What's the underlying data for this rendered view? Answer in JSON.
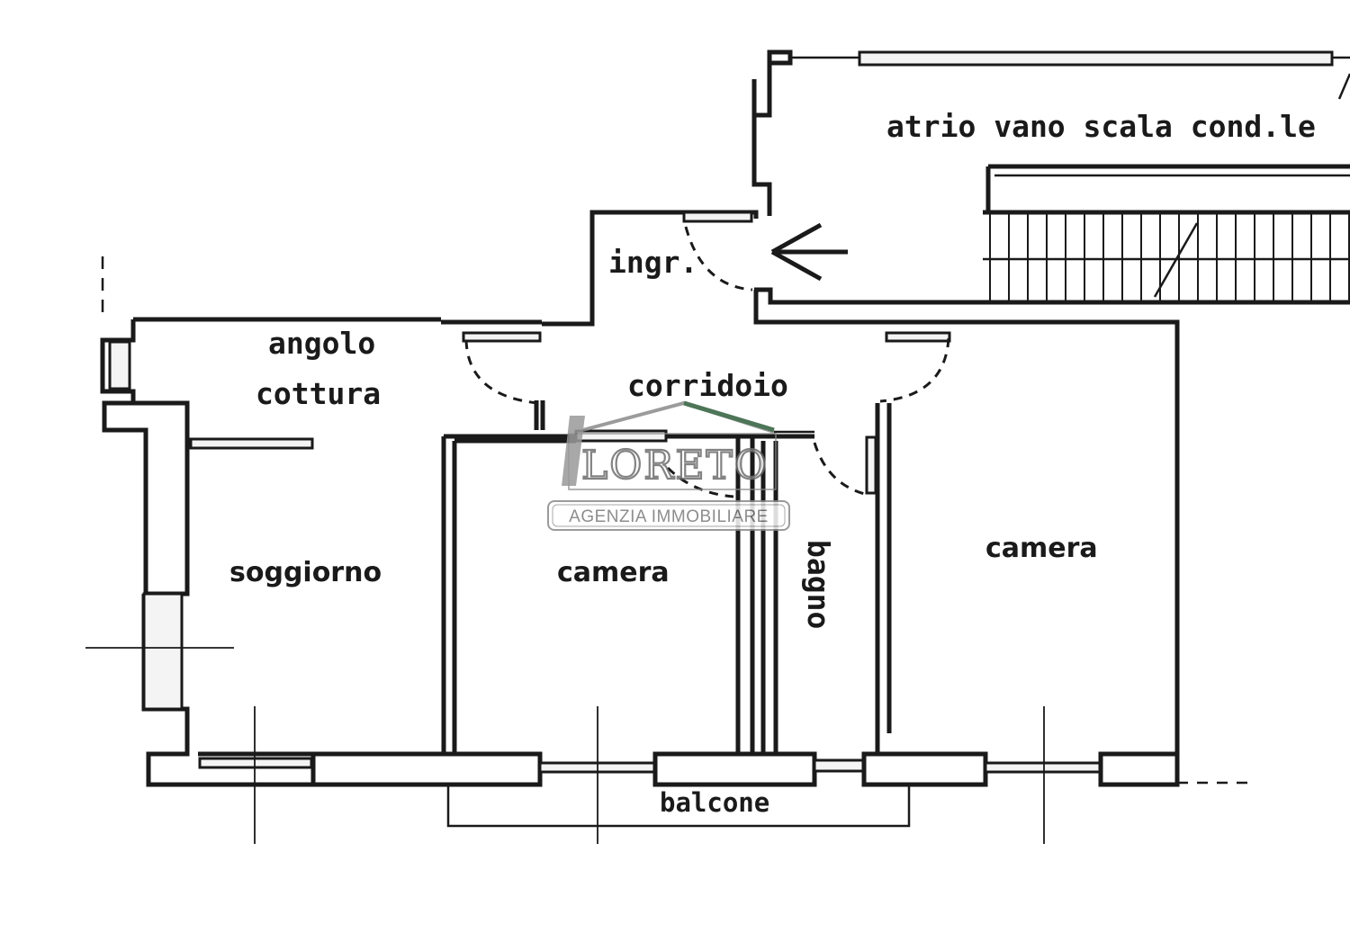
{
  "rooms": {
    "atrio": "atrio vano scala cond.le",
    "ingresso": "ingr.",
    "angolo": "angolo",
    "cottura": "cottura",
    "corridoio": "corridoio",
    "soggiorno": "soggiorno",
    "camera_center": "camera",
    "bagno": "bagno",
    "camera_right": "camera",
    "balcone": "balcone"
  },
  "logo": {
    "name": "LORETO",
    "subtitle": "AGENZIA IMMOBILIARE",
    "accent_color": "#2e5e3a"
  }
}
